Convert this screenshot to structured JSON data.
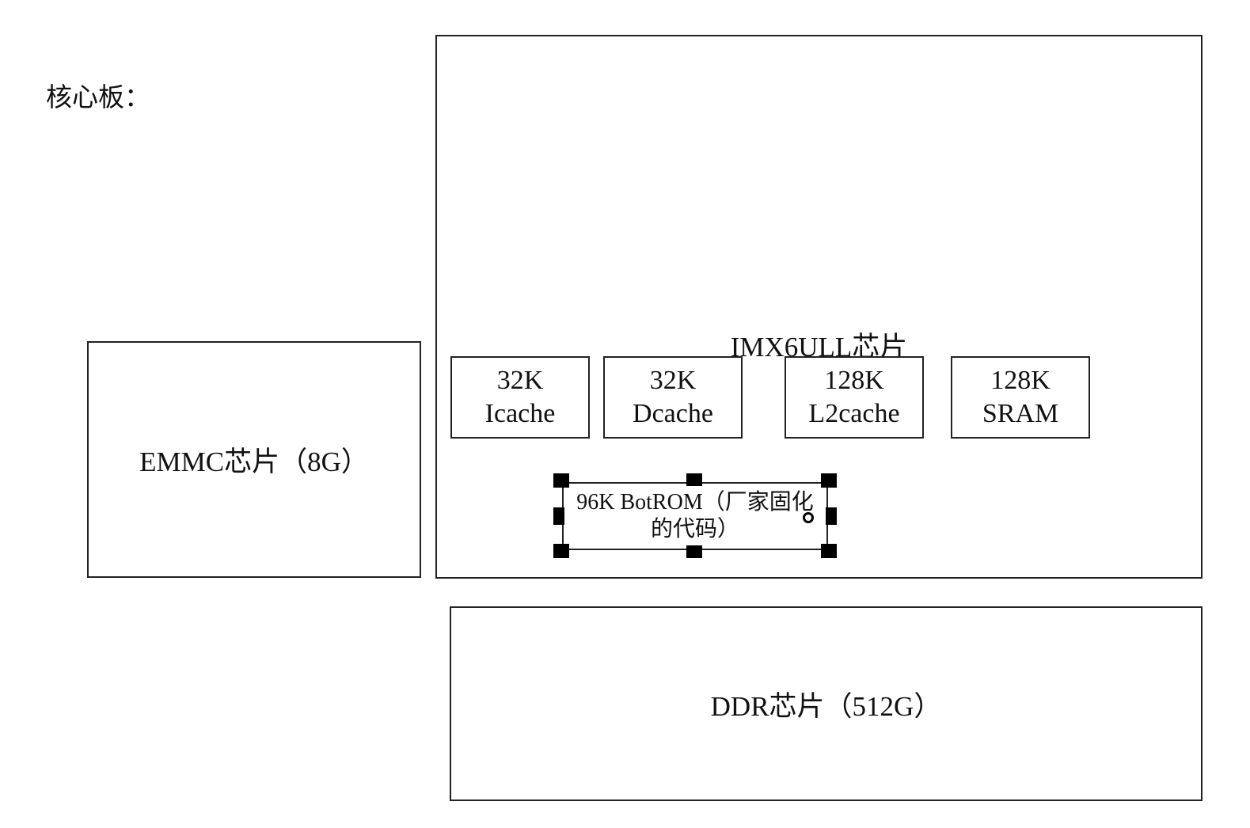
{
  "page_label": "核心板：",
  "emmc": {
    "label": "EMMC芯片（8G）"
  },
  "soc": {
    "title": "IMX6ULL芯片",
    "blocks": [
      {
        "line1": "32K",
        "line2": "Icache"
      },
      {
        "line1": "32K",
        "line2": "Dcache"
      },
      {
        "line1": "128K",
        "line2": "L2cache"
      },
      {
        "line1": "128K",
        "line2": "SRAM"
      }
    ],
    "bootrom": {
      "line1": "96K BotROM（厂家固化",
      "line2": "的代码）"
    }
  },
  "ddr": {
    "label": "DDR芯片（512G）"
  }
}
